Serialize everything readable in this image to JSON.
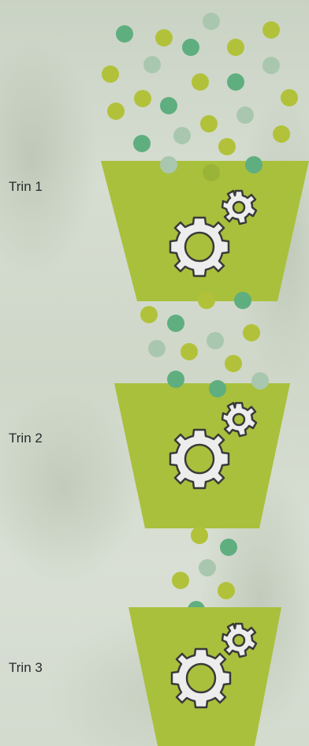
{
  "stages": [
    {
      "label": "Trin 1"
    },
    {
      "label": "Trin 2"
    },
    {
      "label": "Trin 3"
    }
  ],
  "colors": {
    "funnel": "#a9c03c",
    "dot_dark": "#5fae80",
    "dot_light": "#a9c7ae",
    "dot_yellow": "#b1c23a",
    "gear_fill": "#ededed",
    "gear_stroke": "#3a3a3a"
  },
  "icons": [
    "gears-icon"
  ]
}
